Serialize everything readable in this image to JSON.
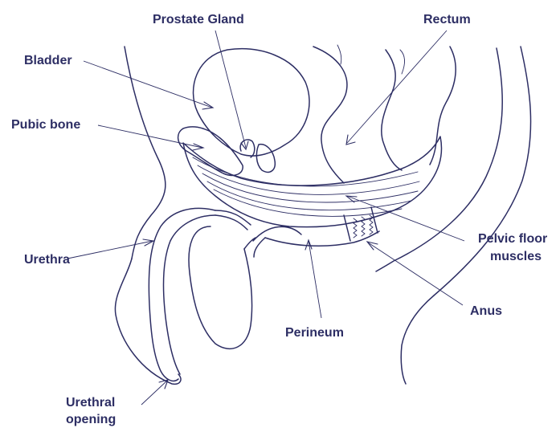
{
  "colors": {
    "ink": "#2d2e64",
    "background": "#ffffff"
  },
  "labels": {
    "prostate_gland": "Prostate Gland",
    "rectum": "Rectum",
    "bladder": "Bladder",
    "pubic_bone": "Pubic bone",
    "urethra": "Urethra",
    "pelvic_floor_line1": "Pelvic floor",
    "pelvic_floor_line2": "muscles",
    "anus": "Anus",
    "perineum": "Perineum",
    "urethral_opening_line1": "Urethral",
    "urethral_opening_line2": "opening"
  }
}
